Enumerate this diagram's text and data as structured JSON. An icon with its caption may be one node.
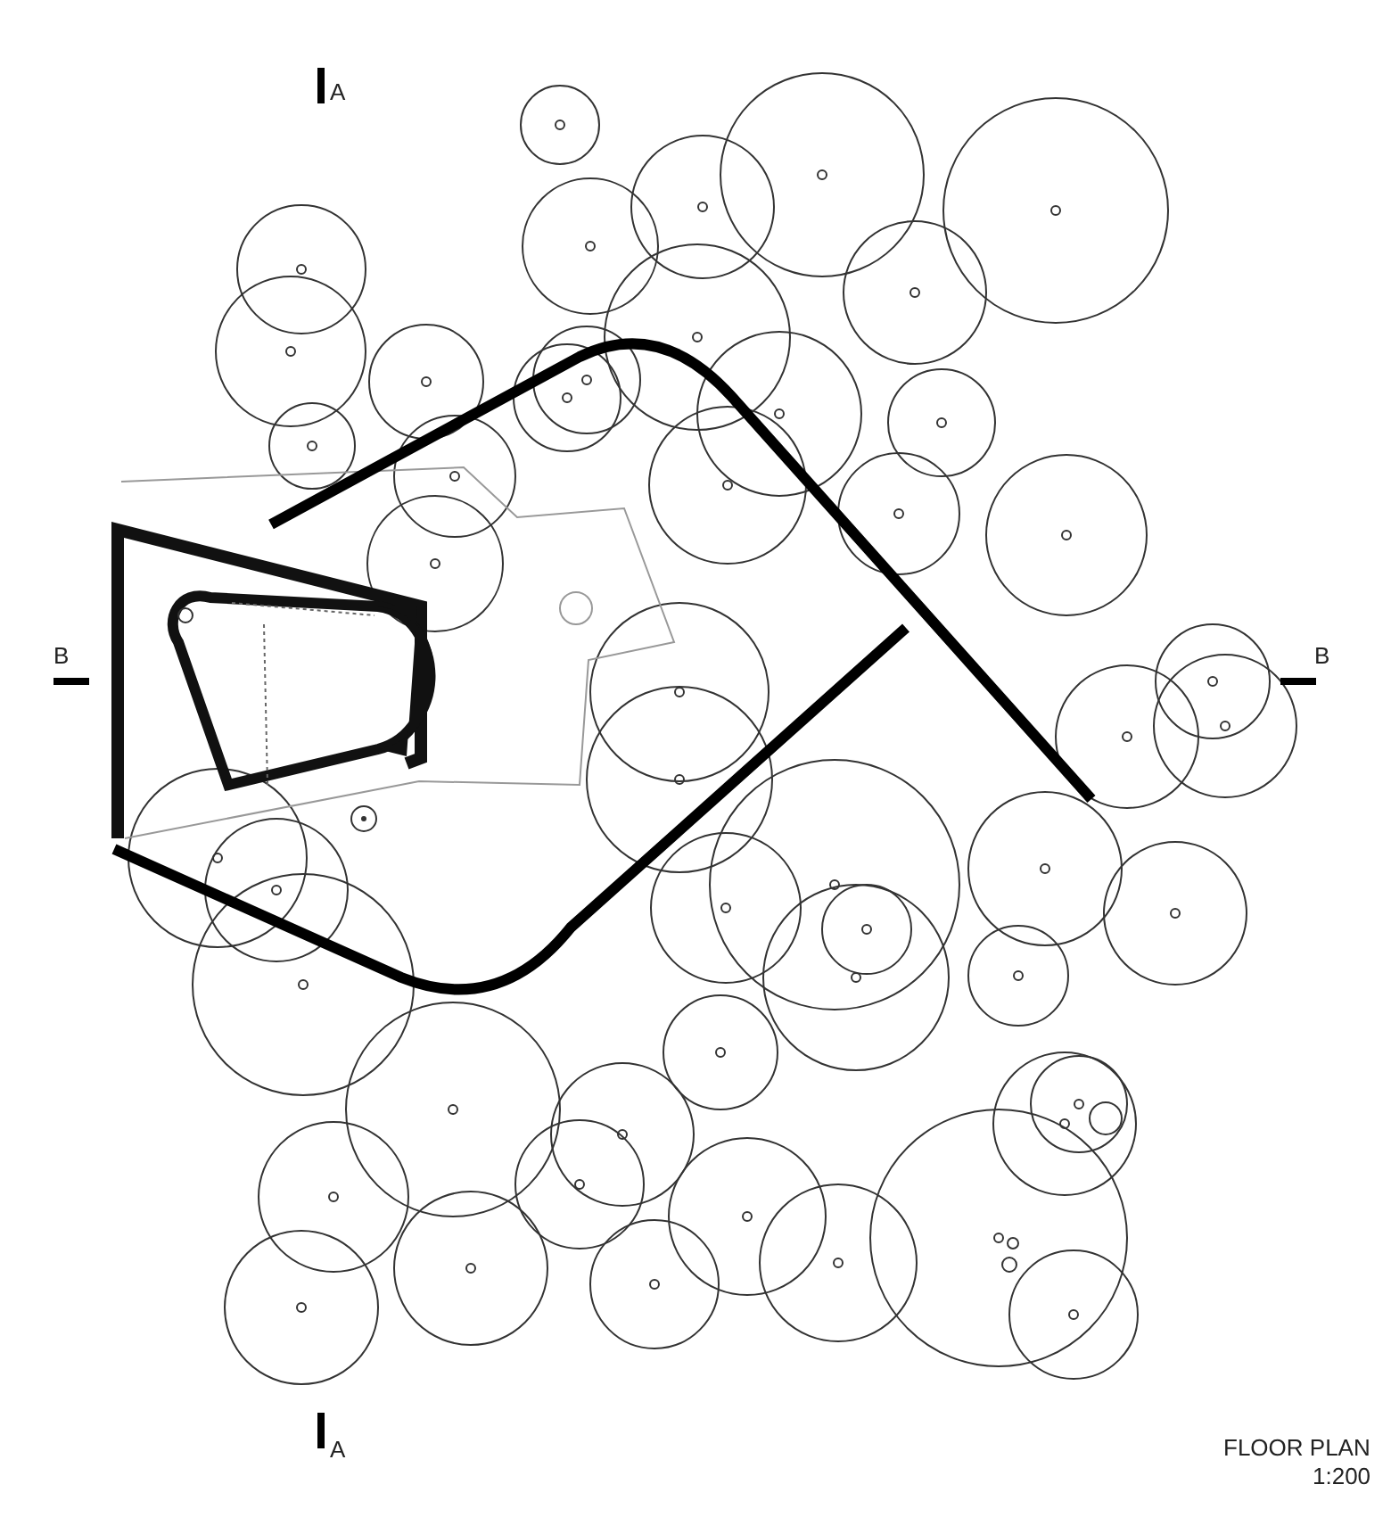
{
  "diagram": {
    "labels": [
      "A",
      "B",
      "B",
      "A",
      "FLOOR PLAN",
      "1:200"
    ]
  }
}
